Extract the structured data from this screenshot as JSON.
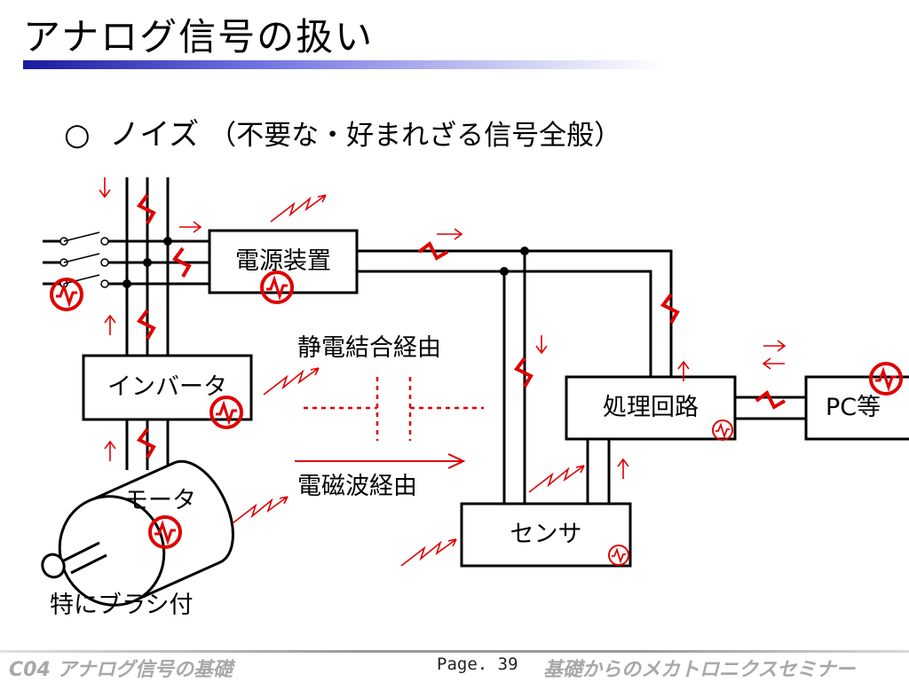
{
  "slide": {
    "title": "アナログ信号の扱い",
    "heading_mark": "○",
    "heading": "ノイズ",
    "heading_note": "（不要な・好まれざる信号全般）"
  },
  "diagram": {
    "boxes": {
      "power_supply": "電源装置",
      "inverter": "インバータ",
      "processing_circuit": "処理回路",
      "pc": "PC等",
      "sensor": "センサ"
    },
    "motor_label": "モータ",
    "motor_note": "特にブラシ付",
    "path_electrostatic": "静電結合経由",
    "path_electromagnetic": "電磁波経由"
  },
  "footer": {
    "left": "C04 アナログ信号の基礎",
    "page": "Page. 39",
    "right": "基礎からのメカトロニクスセミナー"
  },
  "colors": {
    "noise": "#e00000",
    "title_bar": "#1a1aa0",
    "footer_text": "#a8a8a8"
  }
}
